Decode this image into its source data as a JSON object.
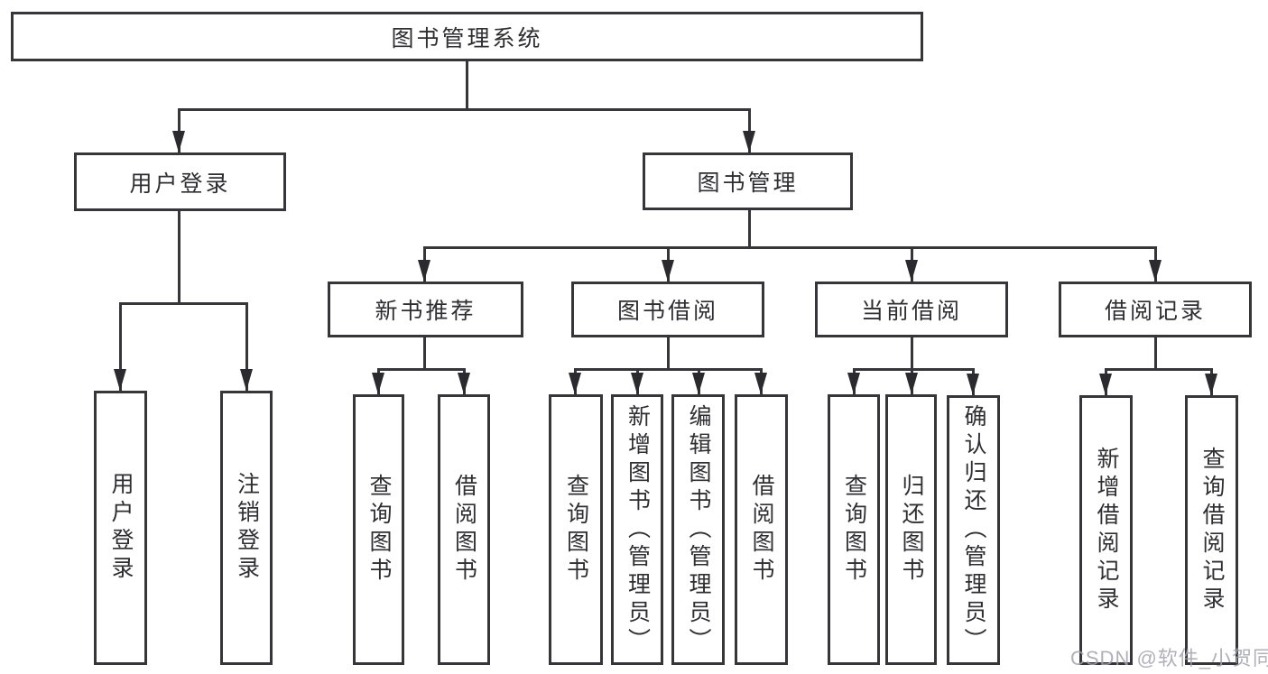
{
  "tree": {
    "root": {
      "label": "图书管理系统"
    },
    "children": [
      {
        "label": "用户登录",
        "children": [
          {
            "label": "用户登录"
          },
          {
            "label": "注销登录"
          }
        ]
      },
      {
        "label": "图书管理",
        "children": [
          {
            "label": "新书推荐",
            "children": [
              {
                "label": "查询图书"
              },
              {
                "label": "借阅图书"
              }
            ]
          },
          {
            "label": "图书借阅",
            "children": [
              {
                "label": "查询图书"
              },
              {
                "label": "新增图书（管理员）"
              },
              {
                "label": "编辑图书（管理员）"
              },
              {
                "label": "借阅图书"
              }
            ]
          },
          {
            "label": "当前借阅",
            "children": [
              {
                "label": "查询图书"
              },
              {
                "label": "归还图书"
              },
              {
                "label": "确认归还（管理员）"
              }
            ]
          },
          {
            "label": "借阅记录",
            "children": [
              {
                "label": "新增借阅记录"
              },
              {
                "label": "查询借阅记录"
              }
            ]
          }
        ]
      }
    ]
  },
  "watermark": {
    "text": "CSDN @软件_小贺同学"
  },
  "colors": {
    "line": "#36363a",
    "arrow": "#2b2b2f",
    "text": "#2e2e33",
    "watermark": "#a3a3ad",
    "background": "#ffffff"
  }
}
